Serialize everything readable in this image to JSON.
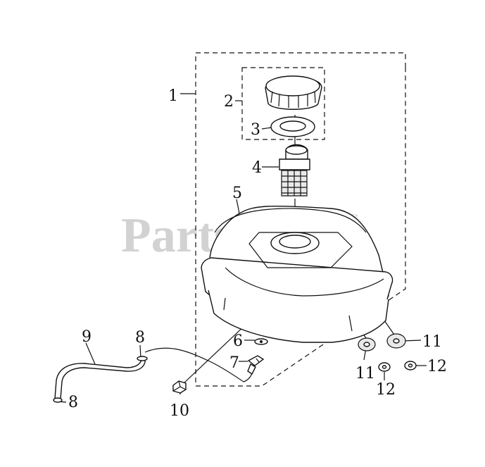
{
  "watermark": {
    "text": "PartsTree",
    "trademark": "™"
  },
  "callouts": [
    {
      "id": "c1",
      "label": "1"
    },
    {
      "id": "c2",
      "label": "2"
    },
    {
      "id": "c3",
      "label": "3"
    },
    {
      "id": "c4",
      "label": "4"
    },
    {
      "id": "c5",
      "label": "5"
    },
    {
      "id": "c6",
      "label": "6"
    },
    {
      "id": "c7",
      "label": "7"
    },
    {
      "id": "c8a",
      "label": "8"
    },
    {
      "id": "c8b",
      "label": "8"
    },
    {
      "id": "c9",
      "label": "9"
    },
    {
      "id": "c10",
      "label": "10"
    },
    {
      "id": "c11a",
      "label": "11"
    },
    {
      "id": "c11b",
      "label": "11"
    },
    {
      "id": "c12a",
      "label": "12"
    },
    {
      "id": "c12b",
      "label": "12"
    }
  ]
}
